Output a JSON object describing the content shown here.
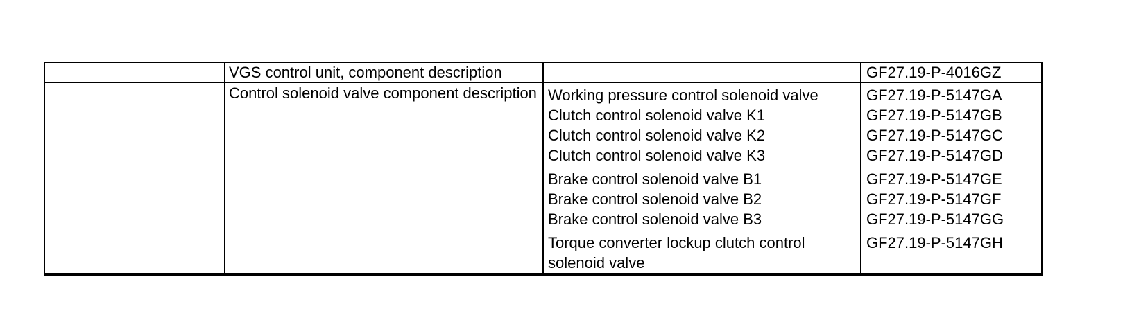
{
  "table": {
    "rows": [
      {
        "label": "VGS control unit, component description",
        "items": [
          {
            "name": "",
            "code": "GF27.19-P-4016GZ"
          }
        ]
      },
      {
        "label": "Control solenoid valve component description",
        "items": [
          {
            "name": "Working pressure control solenoid valve",
            "code": "GF27.19-P-5147GA"
          },
          {
            "name": "Clutch control solenoid valve K1",
            "code": "GF27.19-P-5147GB"
          },
          {
            "name": "Clutch control solenoid valve K2",
            "code": "GF27.19-P-5147GC"
          },
          {
            "name": "Clutch control solenoid valve K3",
            "code": "GF27.19-P-5147GD"
          },
          {
            "name": "Brake control solenoid valve B1",
            "code": "GF27.19-P-5147GE"
          },
          {
            "name": "Brake control solenoid valve B2",
            "code": "GF27.19-P-5147GF"
          },
          {
            "name": "Brake control solenoid valve B3",
            "code": "GF27.19-P-5147GG"
          },
          {
            "name": "Torque converter lockup clutch control solenoid valve",
            "code": "GF27.19-P-5147GH"
          }
        ]
      }
    ],
    "colors": {
      "border": "#000000",
      "text": "#000000",
      "background": "#ffffff"
    }
  }
}
